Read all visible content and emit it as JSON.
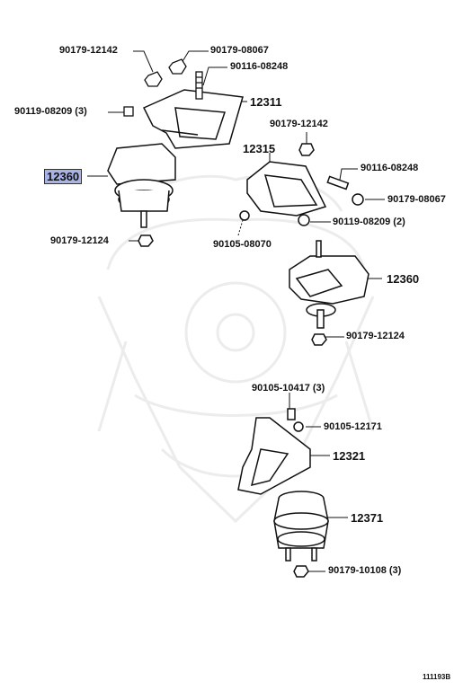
{
  "labels": {
    "nut_12142_top": "90179-12142",
    "nut_08067_top": "90179-08067",
    "stud_08248_top": "90116-08248",
    "bolt_08209_left": "90119-08209 (3)",
    "bracket_12311": "12311",
    "nut_12142_right": "90179-12142",
    "bracket_12315": "12315",
    "stud_08248_right": "90116-08248",
    "nut_08067_right": "90179-08067",
    "insulator_12360_left": "12360",
    "bolt_08209_right": "90119-08209 (2)",
    "nut_12124_left": "90179-12124",
    "bolt_08070": "90105-08070",
    "insulator_12360_right": "12360",
    "nut_12124_right": "90179-12124",
    "bolt_10417": "90105-10417 (3)",
    "bolt_12171": "90105-12171",
    "bracket_12321": "12321",
    "insulator_12371": "12371",
    "nut_10108": "90179-10108 (3)"
  },
  "figure_number": "111193B",
  "colors": {
    "highlight": "#a9b4e6",
    "line": "#111111",
    "watermark": "#e9e9e9"
  }
}
